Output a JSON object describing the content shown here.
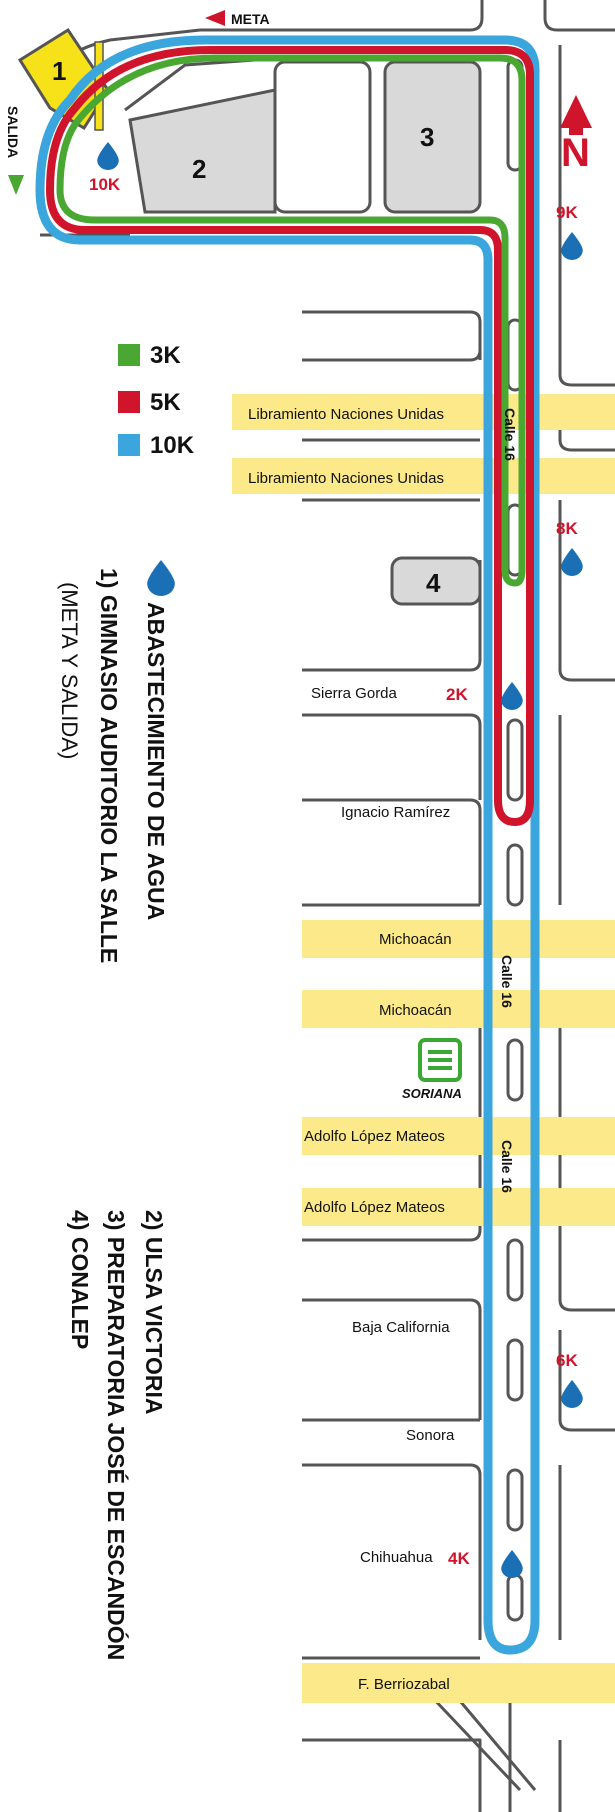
{
  "markers": {
    "meta": "META",
    "salida": "SALIDA",
    "north": "N"
  },
  "legend": {
    "items": [
      {
        "label": "3K",
        "color": "#4aa832"
      },
      {
        "label": "5K",
        "color": "#d0142b"
      },
      {
        "label": "10K",
        "color": "#3aa6dd"
      }
    ],
    "water": "ABASTECIMIENTO DE AGUA",
    "places": [
      "1) GIMNASIO AUDITORIO LA SALLE",
      "(META Y SALIDA)",
      "2) ULSA VICTORIA",
      "3) PREPARATORIA JOSÉ DE ESCANDÓN",
      "4) CONALEP"
    ]
  },
  "buildings": {
    "b1": "1",
    "b2": "2",
    "b3": "3",
    "b4": "4"
  },
  "streets": {
    "libramiento_1": "Libramiento Naciones Unidas",
    "libramiento_2": "Libramiento Naciones Unidas",
    "sierra_gorda": "Sierra Gorda",
    "ignacio_ramirez": "Ignacio Ramírez",
    "michoacan_1": "Michoacán",
    "michoacan_2": "Michoacán",
    "adolfo_1": "Adolfo López Mateos",
    "adolfo_2": "Adolfo López Mateos",
    "baja_california": "Baja California",
    "sonora": "Sonora",
    "chihuahua": "Chihuahua",
    "berriozabal": "F. Berriozabal",
    "calle16_a": "Calle 16",
    "calle16_b": "Calle 16",
    "calle16_c": "Calle 16"
  },
  "km_markers": {
    "k10": "10K",
    "k9": "9K",
    "k8": "8K",
    "k2": "2K",
    "k6": "6K",
    "k4": "4K"
  },
  "store_logo": "SORIANA",
  "colors": {
    "route_3k": "#4aa832",
    "route_5k": "#d0142b",
    "route_10k": "#3aa6dd",
    "highlight": "#fbe98a",
    "building": "#d9d9d9",
    "start_flag": "#f7e21a",
    "water": "#1a6fb5"
  }
}
